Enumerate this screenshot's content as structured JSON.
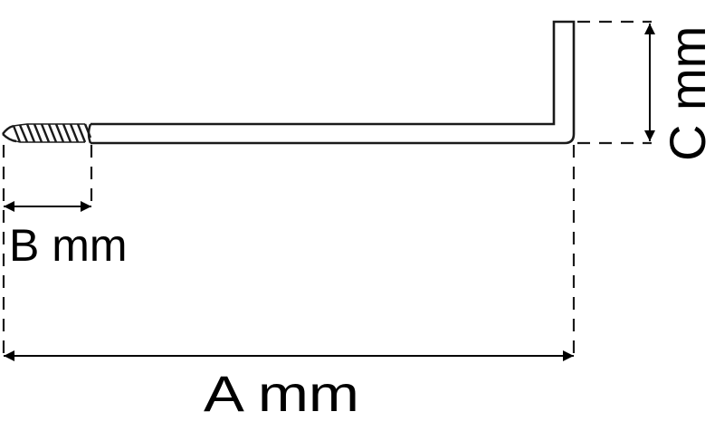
{
  "diagram": {
    "subject": "screw hook dimension drawing",
    "colors": {
      "line": "#1a1a1a",
      "background": "#ffffff"
    },
    "dimensions": {
      "A": {
        "label": "A mm",
        "meaning": "overall length"
      },
      "B": {
        "label": "B mm",
        "meaning": "thread length"
      },
      "C": {
        "label": "C mm",
        "meaning": "hook height"
      }
    }
  }
}
